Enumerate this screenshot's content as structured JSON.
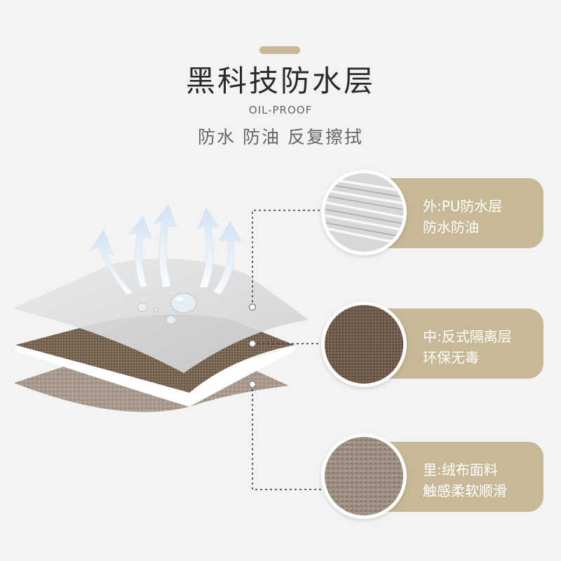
{
  "header": {
    "title": "黑科技防水层",
    "subtitle_en": "OIL-PROOF",
    "subtitle_cn": "防水 防油 反复擦拭"
  },
  "layers": [
    {
      "name": "outer-pu",
      "line1": "外:PU防水层",
      "line2": "防水防油",
      "swatch_icon": "pu-film-texture-icon"
    },
    {
      "name": "middle-isolation",
      "line1": "中:反式隔离层",
      "line2": "环保无毒",
      "swatch_icon": "woven-fabric-texture-icon"
    },
    {
      "name": "inner-fabric",
      "line1": "里:绒布面料",
      "line2": "触感柔软顺滑",
      "swatch_icon": "velvet-fabric-texture-icon"
    }
  ],
  "colors": {
    "accent": "#c7b996",
    "title_text": "#2a2a2a",
    "muted_text": "#666666",
    "background": "#f3f3f3",
    "brown_layer": "#7a6654",
    "gray_layer": "#a89b8d"
  }
}
